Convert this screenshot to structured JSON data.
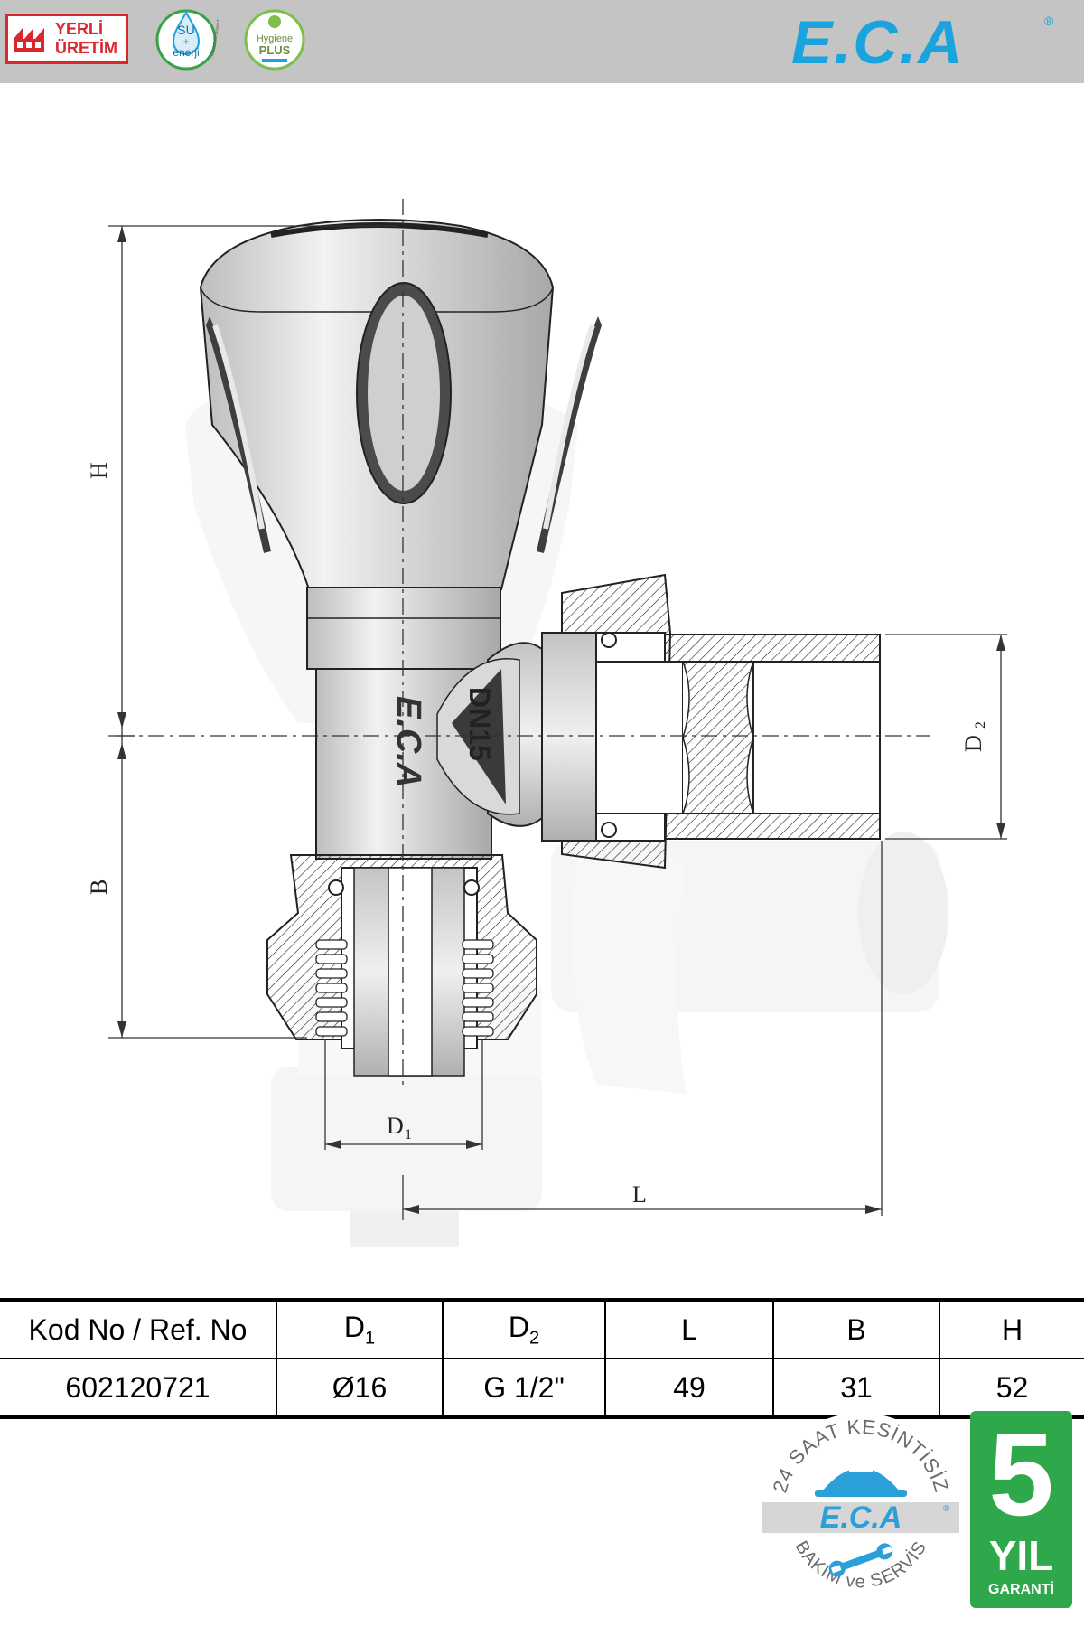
{
  "header": {
    "badge_line1": "YERLİ",
    "badge_line2": "ÜRETİM",
    "su_badge_line1": "SU",
    "su_badge_line2": "enerji",
    "su_badge_arc": "maksimum tasarruf",
    "hygiene_line1": "Hygiene",
    "hygiene_line2": "PLUS",
    "brand": "E.C.A",
    "registered": "®"
  },
  "drawing": {
    "body_marking": "E.C.A",
    "dn_marking": "DN15",
    "dim_H": "H",
    "dim_B": "B",
    "dim_D1": "D",
    "dim_D1_sub": "1",
    "dim_D2": "D",
    "dim_D2_sub": "2",
    "dim_L": "L"
  },
  "table": {
    "headers": [
      {
        "text": "Kod No / Ref. No",
        "sub": ""
      },
      {
        "text": "D",
        "sub": "1"
      },
      {
        "text": "D",
        "sub": "2"
      },
      {
        "text": "L",
        "sub": ""
      },
      {
        "text": "B",
        "sub": ""
      },
      {
        "text": "H",
        "sub": ""
      }
    ],
    "rows": [
      [
        "602120721",
        "Ø16",
        "G 1/2\"",
        "49",
        "31",
        "52"
      ]
    ]
  },
  "service": {
    "arc_top": "24 SAAT KESİNTİSİZ",
    "arc_bottom": "BAKIM ve SERVİS",
    "logo": "E.C.A",
    "registered": "®"
  },
  "warranty": {
    "years": "5",
    "unit": "YIL",
    "label": "GARANTİ"
  },
  "colors": {
    "brand_blue": "#1aa3dc",
    "red": "#d9272e",
    "green": "#2ea84a",
    "header_grey": "#c4c4c4",
    "service_blue": "#2b9fd9"
  }
}
